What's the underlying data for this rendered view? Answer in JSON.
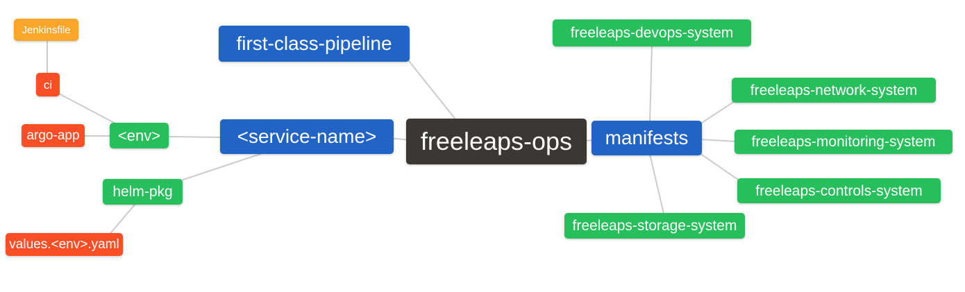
{
  "diagram": {
    "type": "mindmap",
    "root": "freeleaps-ops",
    "palette": {
      "blue": "#2264c5",
      "green": "#26bf5b",
      "red": "#fa4f26",
      "orange": "#f9a62b",
      "dark": "#3b3735",
      "edge": "#cccccc",
      "text": "#ffffff",
      "background": "#ffffff"
    },
    "nodes": [
      {
        "id": "jenkinsfile",
        "label": "Jenkinsfile",
        "color": "orange"
      },
      {
        "id": "ci",
        "label": "ci",
        "color": "red"
      },
      {
        "id": "argo-app",
        "label": "argo-app",
        "color": "red"
      },
      {
        "id": "env",
        "label": "<env>",
        "color": "green"
      },
      {
        "id": "service-name",
        "label": "<service-name>",
        "color": "blue"
      },
      {
        "id": "first-class-pipeline",
        "label": "first-class-pipeline",
        "color": "blue"
      },
      {
        "id": "freeleaps-ops",
        "label": "freeleaps-ops",
        "color": "dark"
      },
      {
        "id": "manifests",
        "label": "manifests",
        "color": "blue"
      },
      {
        "id": "freeleaps-devops-system",
        "label": "freeleaps-devops-system",
        "color": "green"
      },
      {
        "id": "freeleaps-network-system",
        "label": "freeleaps-network-system",
        "color": "green"
      },
      {
        "id": "freeleaps-monitoring-system",
        "label": "freeleaps-monitoring-system",
        "color": "green"
      },
      {
        "id": "freeleaps-controls-system",
        "label": "freeleaps-controls-system",
        "color": "green"
      },
      {
        "id": "freeleaps-storage-system",
        "label": "freeleaps-storage-system",
        "color": "green"
      },
      {
        "id": "helm-pkg",
        "label": "helm-pkg",
        "color": "green"
      },
      {
        "id": "values-env-yaml",
        "label": "values.<env>.yaml",
        "color": "red"
      }
    ],
    "edges": [
      {
        "from": "jenkinsfile",
        "to": "ci"
      },
      {
        "from": "ci",
        "to": "env"
      },
      {
        "from": "argo-app",
        "to": "env"
      },
      {
        "from": "env",
        "to": "service-name"
      },
      {
        "from": "service-name",
        "to": "freeleaps-ops"
      },
      {
        "from": "first-class-pipeline",
        "to": "freeleaps-ops"
      },
      {
        "from": "freeleaps-ops",
        "to": "manifests"
      },
      {
        "from": "manifests",
        "to": "freeleaps-devops-system"
      },
      {
        "from": "manifests",
        "to": "freeleaps-network-system"
      },
      {
        "from": "manifests",
        "to": "freeleaps-monitoring-system"
      },
      {
        "from": "manifests",
        "to": "freeleaps-controls-system"
      },
      {
        "from": "manifests",
        "to": "freeleaps-storage-system"
      },
      {
        "from": "service-name",
        "to": "helm-pkg"
      },
      {
        "from": "helm-pkg",
        "to": "values-env-yaml"
      }
    ]
  }
}
